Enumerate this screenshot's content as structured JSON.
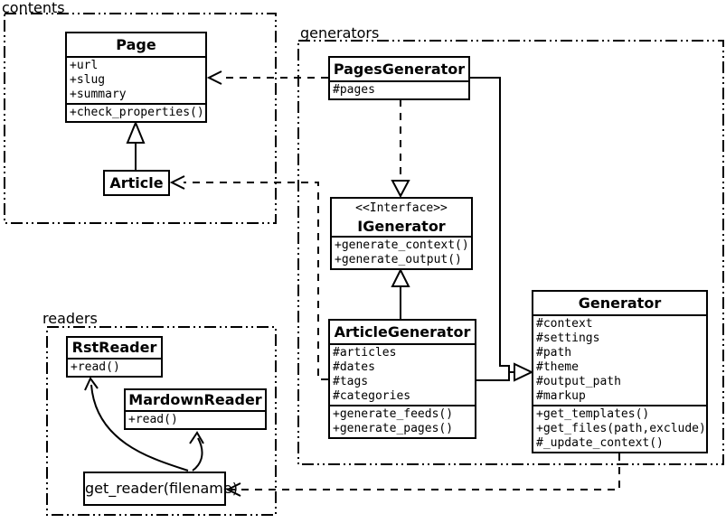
{
  "packages": {
    "contents": {
      "label": "contents"
    },
    "generators": {
      "label": "generators"
    },
    "readers": {
      "label": "readers"
    }
  },
  "classes": {
    "page": {
      "title": "Page",
      "attributes": [
        "+url",
        "+slug",
        "+summary"
      ],
      "methods": [
        "+check_properties()"
      ]
    },
    "article": {
      "title": "Article"
    },
    "pages_generator": {
      "title": "PagesGenerator",
      "attributes": [
        "#pages"
      ]
    },
    "igenerator": {
      "stereotype": "<<Interface>>",
      "title": "IGenerator",
      "methods": [
        "+generate_context()",
        "+generate_output()"
      ]
    },
    "article_generator": {
      "title": "ArticleGenerator",
      "attributes": [
        "#articles",
        "#dates",
        "#tags",
        "#categories"
      ],
      "methods": [
        "+generate_feeds()",
        "+generate_pages()"
      ]
    },
    "generator": {
      "title": "Generator",
      "attributes": [
        "#context",
        "#settings",
        "#path",
        "#theme",
        "#output_path",
        "#markup"
      ],
      "methods": [
        "+get_templates()",
        "+get_files(path,exclude)",
        "#_update_context()"
      ]
    },
    "rst_reader": {
      "title": "RstReader",
      "methods": [
        "+read()"
      ]
    },
    "markdown_reader": {
      "title": "MardownReader",
      "methods": [
        "+read()"
      ]
    },
    "get_reader": {
      "label": "get_reader(filename)"
    }
  },
  "colors": {
    "stroke": "#000000",
    "fill": "#ffffff"
  }
}
